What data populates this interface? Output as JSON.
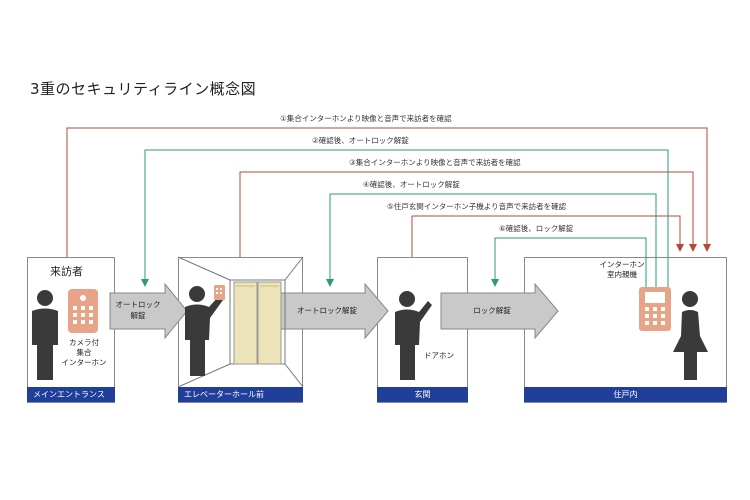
{
  "title": "3重のセキュリティライン概念図",
  "flows": [
    {
      "id": "f1",
      "label": "①集合インターホンより映像と音声で来訪者を確認",
      "color": "#b8453a"
    },
    {
      "id": "f2",
      "label": "②確認後、オートロック解錠",
      "color": "#2e9a7a"
    },
    {
      "id": "f3",
      "label": "③集合インターホンより映像と音声で来訪者を確認",
      "color": "#b8453a"
    },
    {
      "id": "f4",
      "label": "④確認後、オートロック解錠",
      "color": "#2e9a7a"
    },
    {
      "id": "f5",
      "label": "⑤住戸玄関インターホン子機より音声で来訪者を確認",
      "color": "#b8453a"
    },
    {
      "id": "f6",
      "label": "⑥確認後、ロック解錠",
      "color": "#2e9a7a"
    }
  ],
  "zones": [
    {
      "id": "main-entrance",
      "label": "メインエントランス"
    },
    {
      "id": "elevator-hall",
      "label": "エレベーターホール前"
    },
    {
      "id": "entrance",
      "label": "玄関"
    },
    {
      "id": "dwelling",
      "label": "住戸内"
    }
  ],
  "visitor_label": "来訪者",
  "intercom_label": [
    "カメラ付",
    "集合",
    "インターホン"
  ],
  "door_phone_label": "ドアホン",
  "master_unit_label": [
    "インターホン",
    "室内親機"
  ],
  "transitions": [
    {
      "label_lines": [
        "オートロック",
        "解錠"
      ]
    },
    {
      "label_lines": [
        "オートロック解錠"
      ]
    },
    {
      "label_lines": [
        "ロック解錠"
      ]
    }
  ],
  "colors": {
    "zone_bar": "#1f3f9a",
    "red_line": "#b8453a",
    "green_line": "#2e9a7a",
    "person": "#3a3a3a",
    "device": "#e8a488",
    "arrow_fill": "#c9c9c9"
  }
}
